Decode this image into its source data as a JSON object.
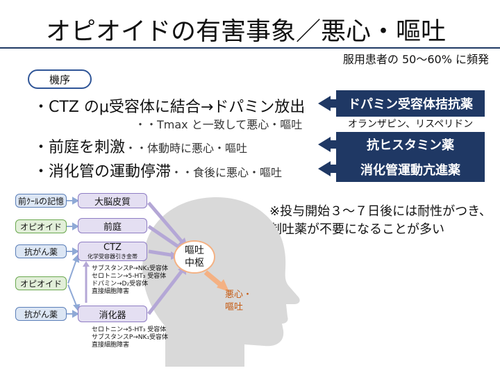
{
  "title": "オピオイドの有害事象／悪心・嘔吐",
  "subtitle": "服用患者の 50〜60% に頻発",
  "mechanism_label": "機序",
  "bullets": [
    {
      "text": "・CTZ のμ受容体に結合→ドパミン放出",
      "sub": "・・Tmax と一致して悪心・嘔吐"
    },
    {
      "text": "・前庭を刺激",
      "sub": "・・体動時に悪心・嘔吐"
    },
    {
      "text": "・消化管の運動停滞",
      "sub": "・・食後に悪心・嘔吐"
    }
  ],
  "drugs": [
    {
      "label": "ドパミン受容体拮抗薬",
      "examples": "オランザピン、リスペリドン"
    },
    {
      "label": "抗ヒスタミン薬"
    },
    {
      "label": "消化管運動亢進薬"
    }
  ],
  "note": "※投与開始３～７日後には耐性がつき、制吐薬が不要になることが多い",
  "diagram": {
    "sources": [
      "前ｸｰﾙの記憶",
      "オピオイド",
      "抗がん薬",
      "オピオイド",
      "抗がん薬"
    ],
    "targets": [
      {
        "label": "大脳皮質"
      },
      {
        "label": "前庭"
      },
      {
        "label": "CTZ",
        "sub": "化学受容器引き金帯"
      },
      {
        "label": "消化器"
      }
    ],
    "ctz_receptors": [
      "サブスタンスP→NK₁受容体",
      "セロトニン→5-HT₃ 受容体",
      "ドパミン→D₂受容体",
      "直接細胞障害"
    ],
    "gi_receptors": [
      "セロトニン→5-HT₃ 受容体",
      "サブスタンスP→NK₁受容体",
      "直接細胞障害"
    ],
    "center": [
      "嘔吐",
      "中枢"
    ],
    "outcome": [
      "悪心・",
      "嘔吐"
    ]
  },
  "colors": {
    "navy": "#1f3864",
    "rule": "#1f3a64",
    "purple_arrow": "#b4a7d6",
    "orange_arrow": "#f4b183",
    "head": "#d9d9d9"
  }
}
